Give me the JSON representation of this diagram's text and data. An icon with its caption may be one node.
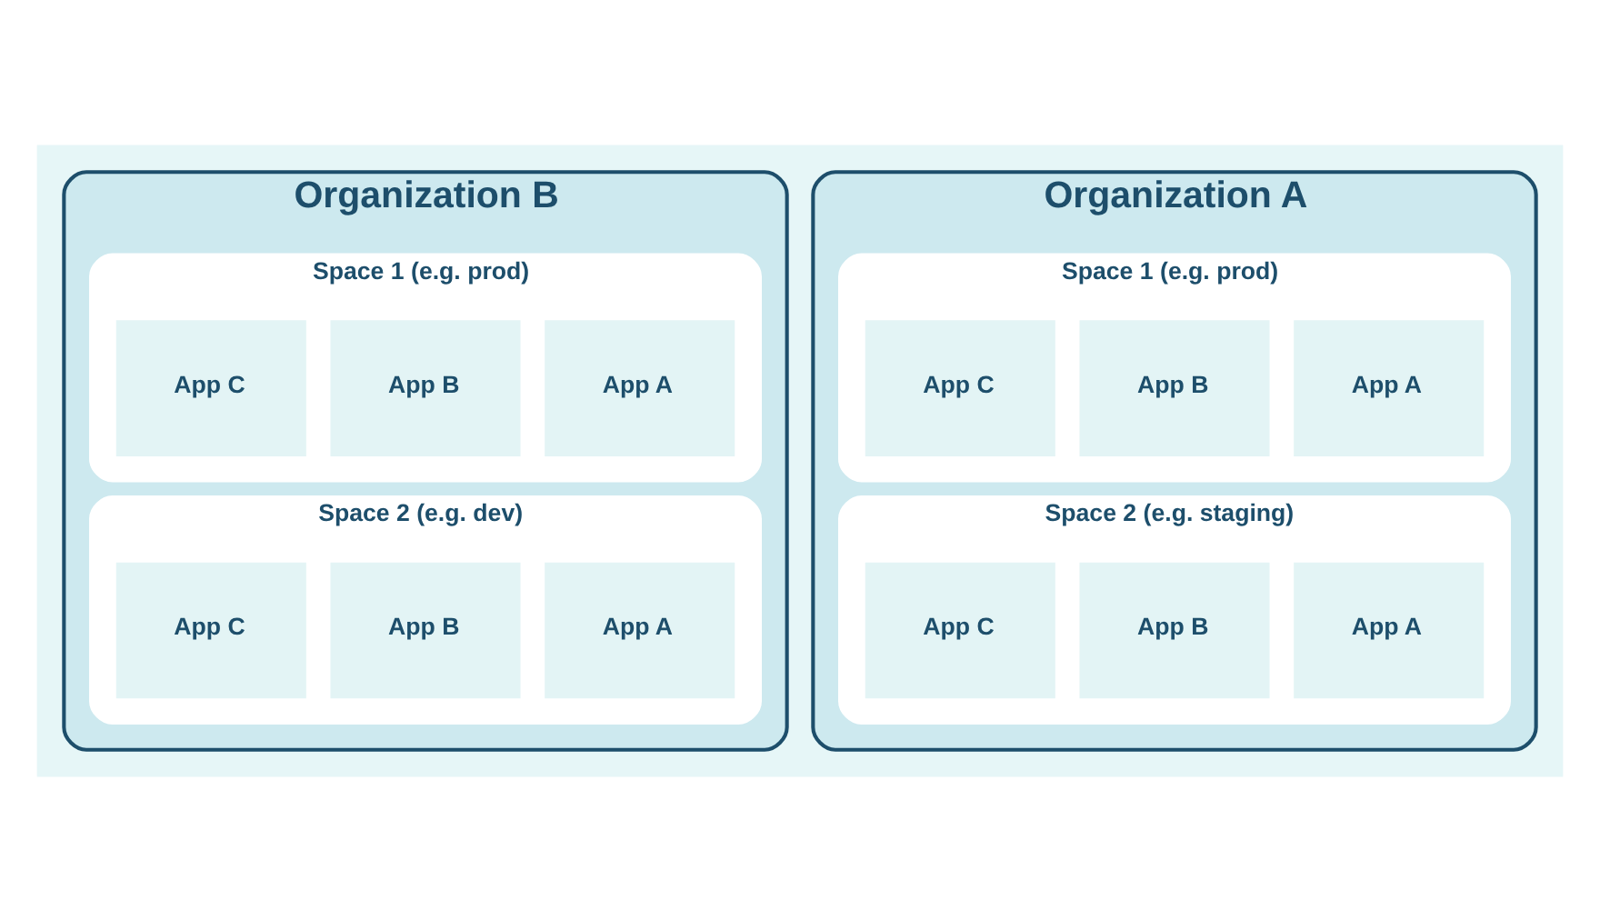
{
  "diagram": {
    "nodes": [
      {
        "text": [],
        "shape": "box"
      },
      {
        "text": [
          "Organization A"
        ],
        "in": 0
      },
      {
        "text": [
          "Space 1 (e.g. prod)"
        ],
        "in": 1
      },
      {
        "text": [
          "App A"
        ],
        "in": 2
      },
      {
        "text": [
          "App B"
        ],
        "in": 2
      },
      {
        "text": [
          "App C"
        ],
        "in": 2
      },
      {
        "text": [
          "Space 2 (e.g. staging)"
        ],
        "in": 1
      },
      {
        "text": [
          "App A"
        ],
        "in": 6
      },
      {
        "text": [
          "App B"
        ],
        "in": 6
      },
      {
        "text": [
          "App C"
        ],
        "in": 6
      },
      {
        "text": [
          "Organization B"
        ],
        "in": 0
      },
      {
        "text": [
          "Space 1 (e.g. prod)"
        ],
        "in": 10
      },
      {
        "text": [
          "App A"
        ],
        "in": 11
      },
      {
        "text": [
          "App B"
        ],
        "in": 11
      },
      {
        "text": [
          "App C"
        ],
        "in": 11
      },
      {
        "text": [
          "Space 2 (e.g. dev)"
        ],
        "in": 10
      },
      {
        "text": [
          "App A"
        ],
        "in": 15
      },
      {
        "text": [
          "App B"
        ],
        "in": 15
      },
      {
        "text": [
          "App C"
        ],
        "in": 15
      }
    ],
    "edges": []
  }
}
